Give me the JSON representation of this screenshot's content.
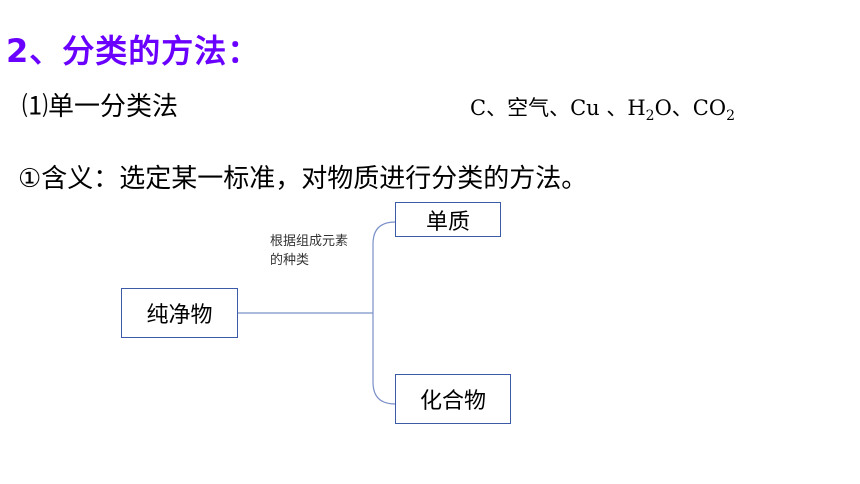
{
  "slide": {
    "title": "2、分类的方法：",
    "subtitle": "⑴单一分类法",
    "examples": {
      "parts": [
        {
          "text": "C、空气、Cu 、H"
        },
        {
          "sub": "2"
        },
        {
          "text": "O、CO"
        },
        {
          "sub": "2"
        }
      ]
    },
    "definition": "①含义：选定某一标准，对物质进行分类的方法。"
  },
  "diagram": {
    "root": "纯净物",
    "criterion_label": "根据组成元素的种类",
    "children": [
      "单质",
      "化合物"
    ]
  },
  "colors": {
    "title": "#6a00ff",
    "box_border": "#3b5ba8",
    "connector": "#7a90c8"
  }
}
